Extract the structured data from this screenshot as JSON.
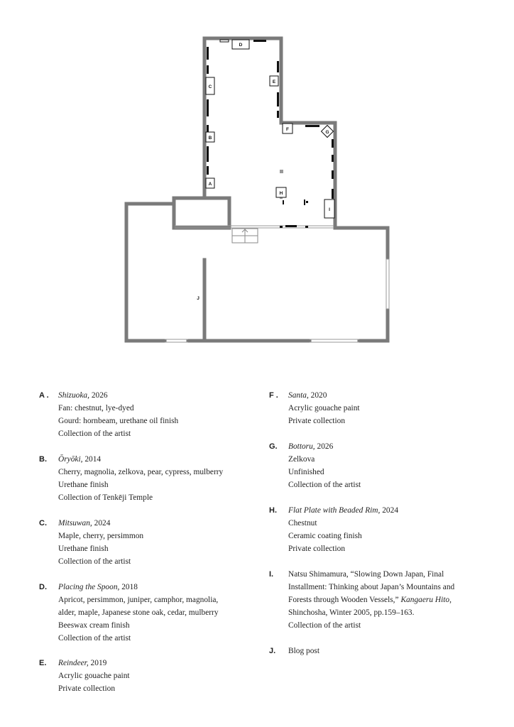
{
  "floorplan": {
    "markers": [
      "A",
      "B",
      "C",
      "D",
      "E",
      "F",
      "G",
      "H",
      "I",
      "J"
    ]
  },
  "entries_left": [
    {
      "letter": "A .",
      "title": "Shizuoka,",
      "year": " 2026",
      "lines": [
        "Fan: chestnut, lye-dyed",
        "Gourd: hornbeam, urethane oil finish",
        "Collection of the artist"
      ]
    },
    {
      "letter": "B.",
      "title": "Ōryōki,",
      "year": " 2014",
      "lines": [
        "Cherry, magnolia, zelkova, pear, cypress, mulberry",
        "Urethane finish",
        "Collection of Tenkēji Temple"
      ]
    },
    {
      "letter": "C.",
      "title": "Mitsuwan,",
      "year": " 2024",
      "lines": [
        "Maple, cherry, persimmon",
        "Urethane finish",
        "Collection of the artist"
      ]
    },
    {
      "letter": "D.",
      "title": "Placing the Spoon,",
      "year": " 2018",
      "lines": [
        "Apricot, persimmon, juniper, camphor, magnolia,",
        "alder, maple, Japanese stone oak, cedar, mulberry",
        "Beeswax cream finish",
        "Collection of the artist"
      ]
    },
    {
      "letter": "E.",
      "title": "Reindeer,",
      "year": " 2019",
      "lines": [
        "Acrylic gouache paint",
        "Private collection"
      ]
    }
  ],
  "entries_right": [
    {
      "letter": "F .",
      "title": "Santa,",
      "year": " 2020",
      "lines": [
        "Acrylic gouache paint",
        "Private collection"
      ]
    },
    {
      "letter": "G.",
      "title": "Bottoru,",
      "year": " 2026",
      "lines": [
        "Zelkova",
        "Unfinished",
        "Collection of the artist"
      ]
    },
    {
      "letter": "H.",
      "title": "Flat Plate with Beaded Rim,",
      "year": " 2024",
      "lines": [
        "Chestnut",
        "Ceramic coating finish",
        "Private collection"
      ]
    }
  ],
  "entry_i": {
    "letter": "I.",
    "text_pre": "Natsu Shimamura, “Slowing Down Japan, Final Installment: Thinking about Japan’s Mountains and Forests through Wooden Vessels,” ",
    "text_italic": "Kangaeru Hito",
    "text_post": ", Shinchosha, Winter 2005, pp.159–163.",
    "collection": "Collection of the artist"
  },
  "entry_j": {
    "letter": "J.",
    "text": "Blog post"
  }
}
